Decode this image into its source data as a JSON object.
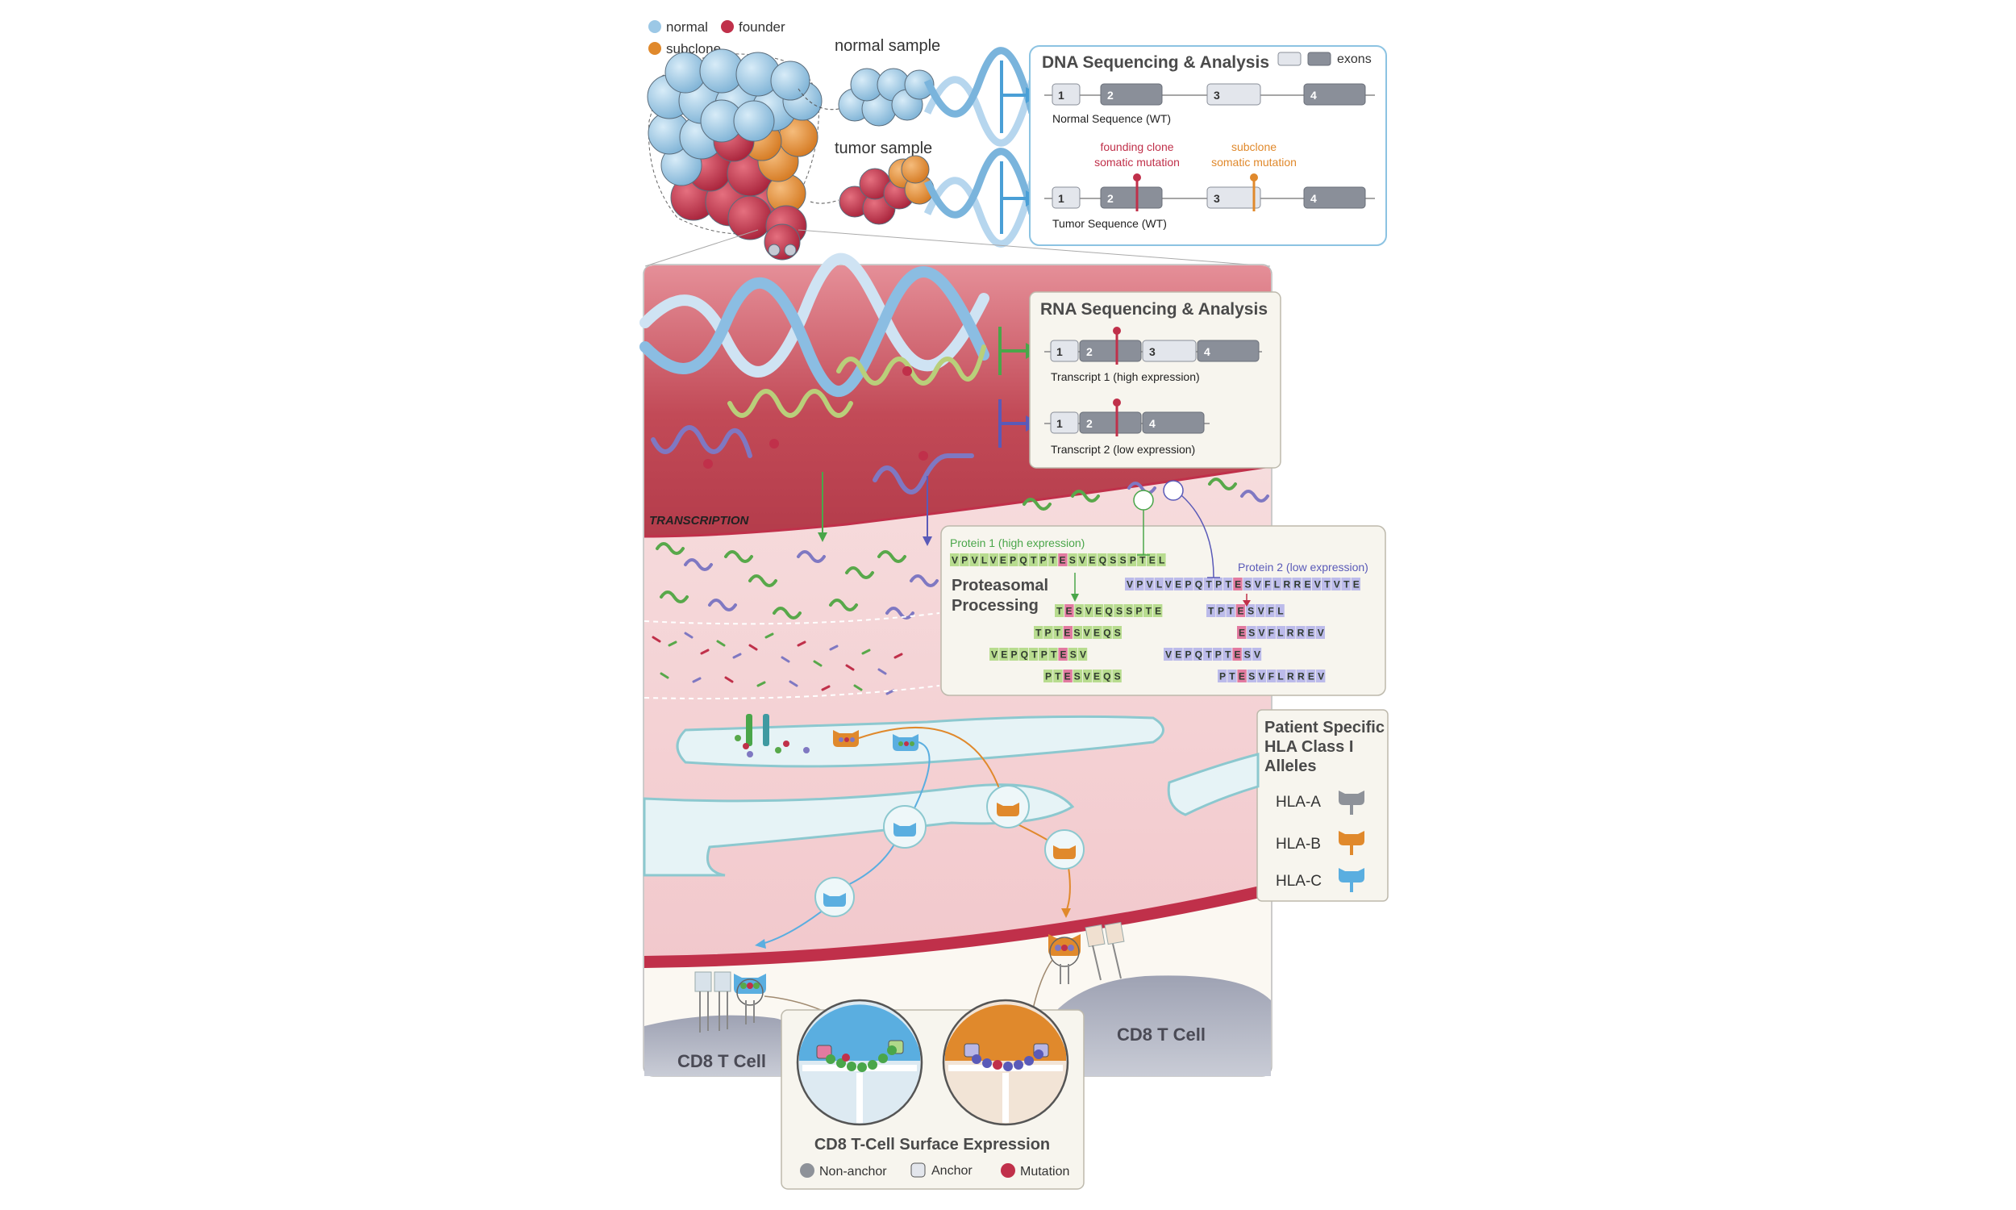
{
  "legend": {
    "normal": "normal",
    "founder": "founder",
    "subclone": "subclone",
    "colors": {
      "normal": "#9cc8e6",
      "founder": "#c0304a",
      "subclone": "#e0892c"
    }
  },
  "samples": {
    "normal": "normal sample",
    "tumor": "tumor sample"
  },
  "dna": {
    "title": "DNA Sequencing & Analysis",
    "exons_label": "exons",
    "normal_label": "Normal Sequence (WT)",
    "tumor_label": "Tumor Sequence (WT)",
    "founding_line1": "founding clone",
    "founding_line2": "somatic mutation",
    "subclone_line1": "subclone",
    "subclone_line2": "somatic mutation",
    "exon_numbers": [
      "1",
      "2",
      "3",
      "4"
    ]
  },
  "rna": {
    "title": "RNA Sequencing & Analysis",
    "transcript1": "Transcript 1 (high expression)",
    "transcript2": "Transcript 2 (low expression)",
    "t1_exons": [
      "1",
      "2",
      "3",
      "4"
    ],
    "t2_exons": [
      "1",
      "2",
      "4"
    ]
  },
  "transcription_label": "TRANSCRIPTION",
  "proteasome": {
    "protein1_label": "Protein 1 (high expression)",
    "protein2_label": "Protein 2 (low expression)",
    "title_line1": "Proteasomal",
    "title_line2": "Processing",
    "protein1_seq": "VPVLVEPQTPTESVEQSSPTEL",
    "protein2_seq": "VPVLVEPQTPTESVFLRREVTVTE",
    "peptides1": [
      "TESVEQSSPTE",
      "TPTESVEQS",
      "VEPQTPTESV",
      "PTESVEQS"
    ],
    "peptides2": [
      "TPTESVFL",
      "ESVFLRREV",
      "VEPQTPTESV",
      "PTESVFLRREV"
    ]
  },
  "hla": {
    "title_line1": "Patient Specific",
    "title_line2": "HLA Class I",
    "title_line3": "Alleles",
    "a": "HLA-A",
    "b": "HLA-B",
    "c": "HLA-C",
    "colors": {
      "a": "#8e9299",
      "b": "#e0892c",
      "c": "#5aaee0"
    }
  },
  "tcell": {
    "left": "CD8 T Cell",
    "right": "CD8 T Cell"
  },
  "surface": {
    "title": "CD8 T-Cell Surface Expression",
    "non_anchor": "Non-anchor",
    "anchor": "Anchor",
    "mutation": "Mutation"
  }
}
